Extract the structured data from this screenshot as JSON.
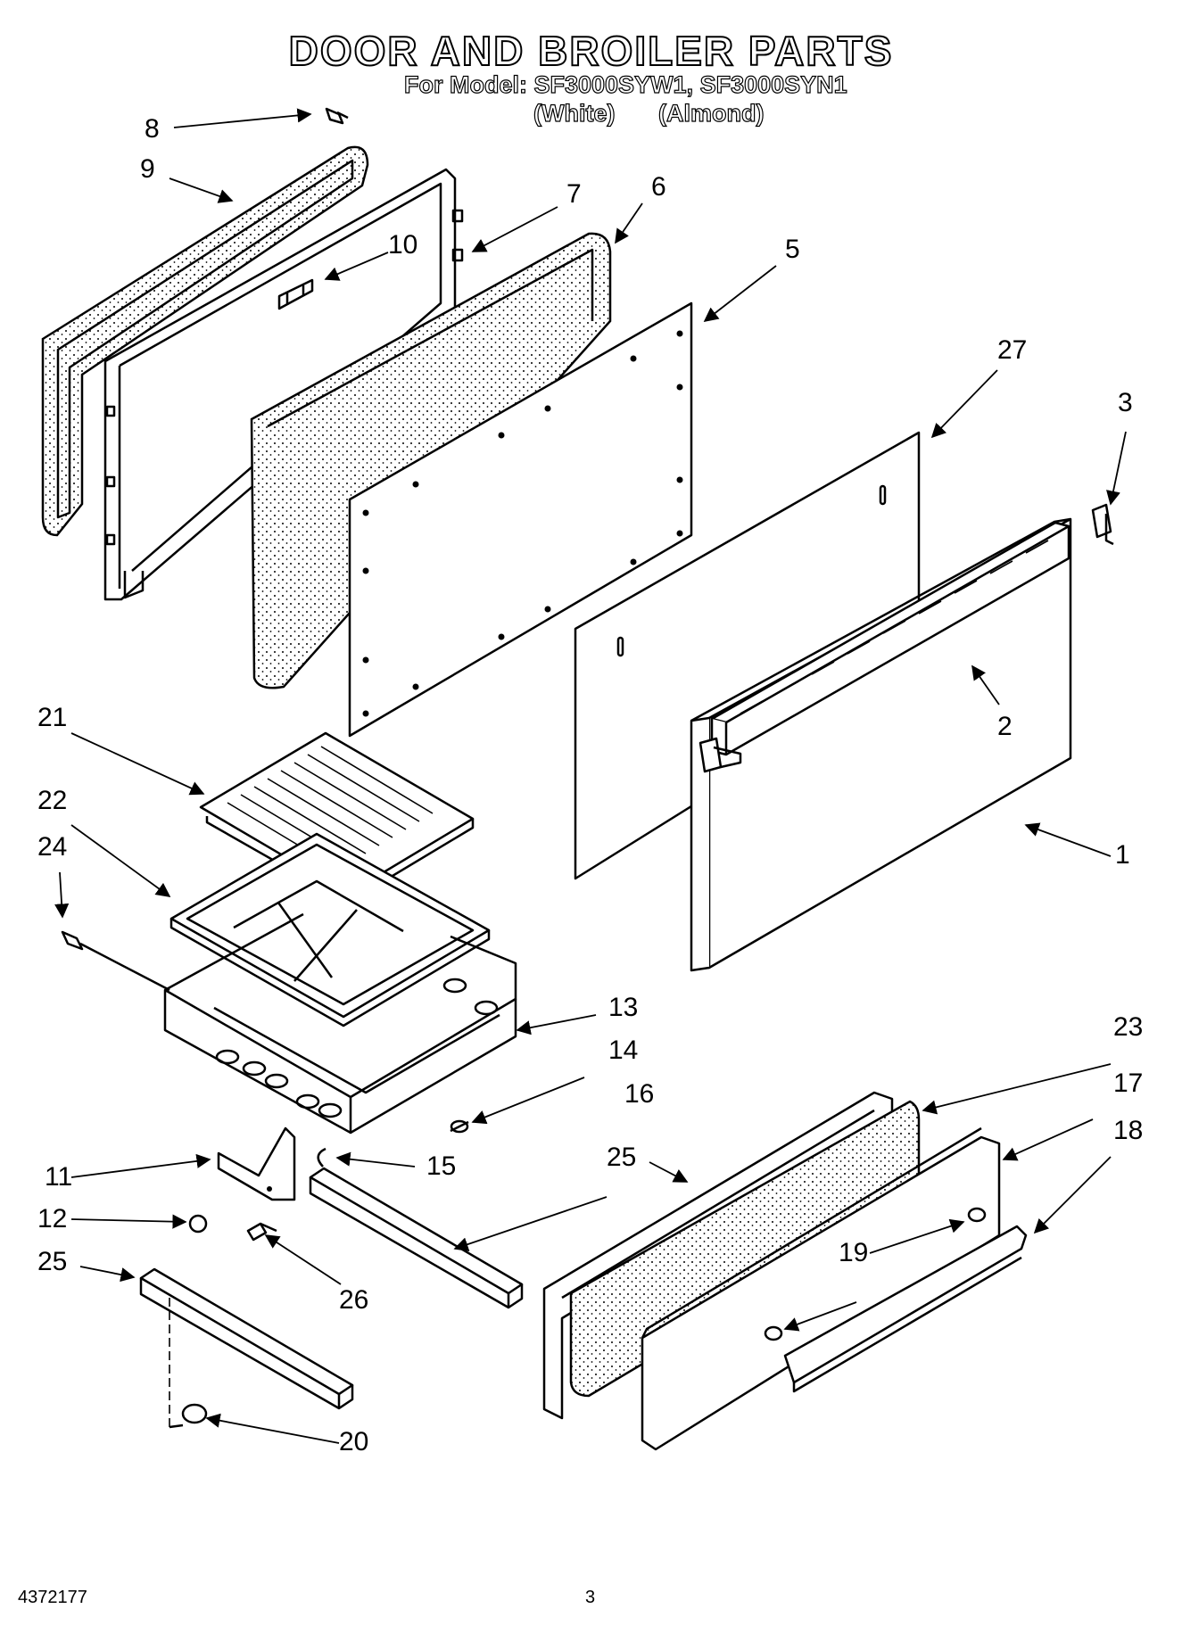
{
  "header": {
    "title": "DOOR AND BROILER PARTS",
    "model_line": "For Model: SF3000SYW1, SF3000SYN1",
    "variant_white": "(White)",
    "variant_almond": "(Almond)"
  },
  "callouts": {
    "c1": "1",
    "c2": "2",
    "c3": "3",
    "c5": "5",
    "c6": "6",
    "c7": "7",
    "c8": "8",
    "c9": "9",
    "c10": "10",
    "c11": "11",
    "c12": "12",
    "c13": "13",
    "c14": "14",
    "c15": "15",
    "c16": "16",
    "c17": "17",
    "c18": "18",
    "c19": "19",
    "c20": "20",
    "c21": "21",
    "c22": "22",
    "c23": "23",
    "c24": "24",
    "c25a": "25",
    "c25b": "25",
    "c26": "26",
    "c27": "27"
  },
  "footer": {
    "part_number": "4372177",
    "page_number": "3"
  }
}
